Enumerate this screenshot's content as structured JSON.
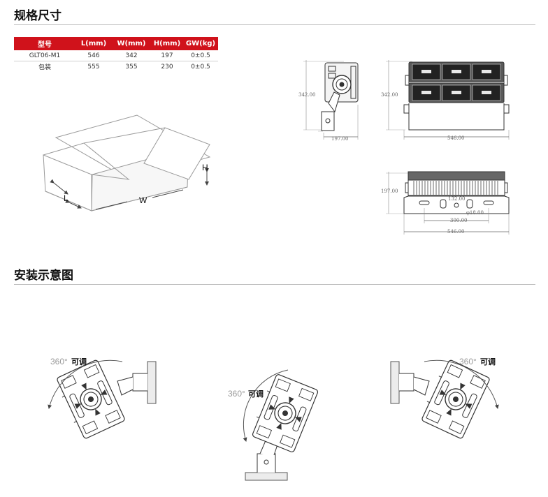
{
  "sections": {
    "specs_title": "规格尺寸",
    "install_title": "安装示意图"
  },
  "spec_table": {
    "headers": [
      "型号",
      "L(mm)",
      "W(mm)",
      "H(mm)",
      "GW(kg)"
    ],
    "rows": [
      [
        "GLT06-M1",
        "546",
        "342",
        "197",
        "0±0.5"
      ],
      [
        "包装",
        "555",
        "355",
        "230",
        "0±0.5"
      ]
    ]
  },
  "box_diagram": {
    "label_h": "H",
    "label_l": "L",
    "label_w": "W"
  },
  "dimension_labels": {
    "side_height": "342.00",
    "side_depth": "197.00",
    "front_height": "342.00",
    "front_width": "546.00",
    "top_height": "197.00",
    "top_hole_a": "132.00",
    "top_hole_b": "φ18.00",
    "top_span": "300.00",
    "top_width": "546.00"
  },
  "install_diagrams": [
    {
      "angle": "360°",
      "label": "可调"
    },
    {
      "angle": "360°",
      "label": "可调"
    },
    {
      "angle": "360°",
      "label": "可调"
    }
  ],
  "colors": {
    "accent": "#d0121b",
    "rule": "#bdbdbd",
    "drawing": "#3a3a3a"
  }
}
